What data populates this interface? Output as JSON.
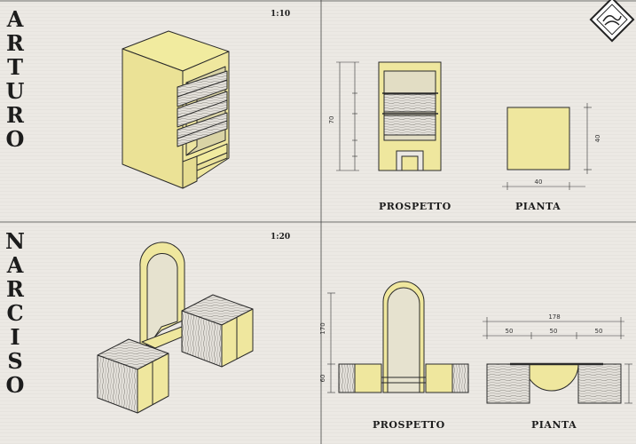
{
  "products": [
    {
      "name": "ARTURO",
      "letters": [
        "A",
        "R",
        "T",
        "U",
        "R",
        "O"
      ],
      "scale": "1:10",
      "views": {
        "elevation": "PROSPETTO",
        "plan": "PIANTA"
      },
      "dimensions": {
        "height": "70",
        "plan_width": "40",
        "plan_depth": "40"
      }
    },
    {
      "name": "NARCISO",
      "letters": [
        "N",
        "A",
        "R",
        "C",
        "I",
        "S",
        "O"
      ],
      "scale": "1:20",
      "views": {
        "elevation": "PROSPETTO",
        "plan": "PIANTA"
      },
      "dimensions": {
        "total_height": "170",
        "cabinet_height": "60",
        "total_width": "178",
        "module_1": "50",
        "module_2": "50",
        "module_3": "50"
      }
    }
  ],
  "colors": {
    "yellow": "#eee69a",
    "line": "#2a2a2a",
    "wood": "#9a968f",
    "paper": "#ebe8e3"
  },
  "logo": "diamond-logo"
}
